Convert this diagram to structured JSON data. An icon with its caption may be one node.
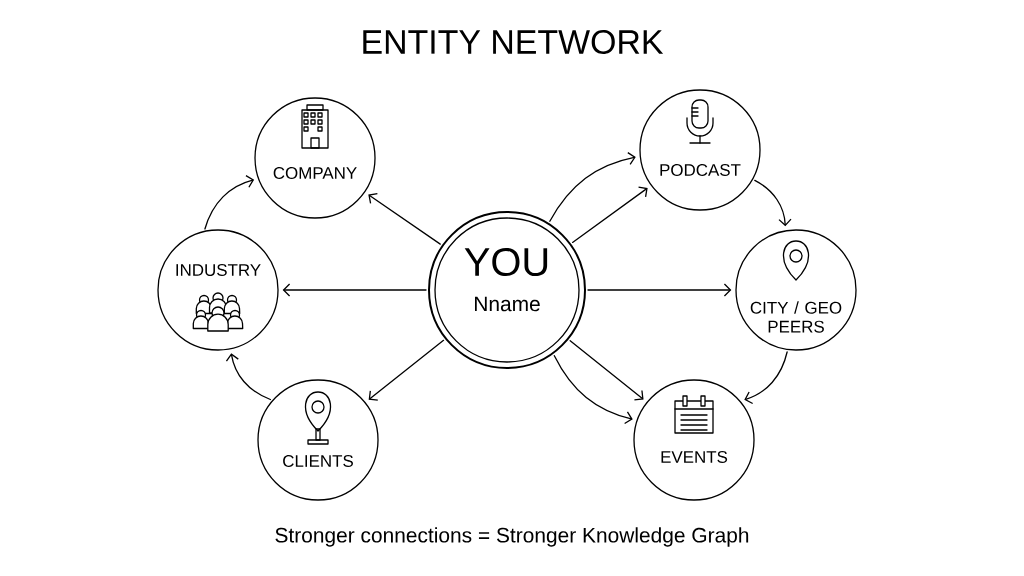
{
  "diagram": {
    "title": "ENTITY NETWORK",
    "caption": "Stronger connections = Stronger Knowledge Graph",
    "nodes": [
      {
        "text": [
          "YOU",
          "Nname"
        ]
      },
      {
        "text": [
          "COMPANY"
        ]
      },
      {
        "text": [
          "INDUSTRY"
        ]
      },
      {
        "text": [
          "CLIENTS"
        ]
      },
      {
        "text": [
          "PODCAST"
        ]
      },
      {
        "text": [
          "CITY / GEO PEERS"
        ]
      },
      {
        "text": [
          "EVENTS"
        ]
      }
    ],
    "edges": [
      {
        "from": 0,
        "to": 1,
        "arrow": "to"
      },
      {
        "from": 0,
        "to": 2,
        "arrow": "to"
      },
      {
        "from": 0,
        "to": 3,
        "arrow": "to"
      },
      {
        "from": 0,
        "to": 4,
        "arrow": "to"
      },
      {
        "from": 0,
        "to": 4,
        "arrow": "to"
      },
      {
        "from": 0,
        "to": 5,
        "arrow": "to"
      },
      {
        "from": 0,
        "to": 6,
        "arrow": "to"
      },
      {
        "from": 0,
        "to": 6,
        "arrow": "to"
      },
      {
        "from": 2,
        "to": 1,
        "arrow": "to"
      },
      {
        "from": 3,
        "to": 2,
        "arrow": "to"
      },
      {
        "from": 4,
        "to": 5,
        "arrow": "to"
      },
      {
        "from": 5,
        "to": 6,
        "arrow": "to"
      }
    ]
  }
}
